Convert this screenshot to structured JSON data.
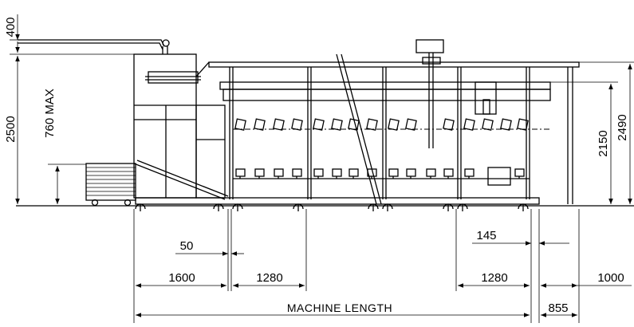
{
  "dimensions": {
    "height_top": "400",
    "height_total": "2500",
    "height_creel": "760 MAX",
    "height_right_inner": "2150",
    "height_right_outer": "2490",
    "gap_small": "50",
    "gap_right": "145",
    "length_left": "1600",
    "section_left": "1280",
    "section_right": "1280",
    "length_right": "1000",
    "end_right": "855"
  },
  "labels": {
    "machine_length": "MACHINE LENGTH"
  }
}
